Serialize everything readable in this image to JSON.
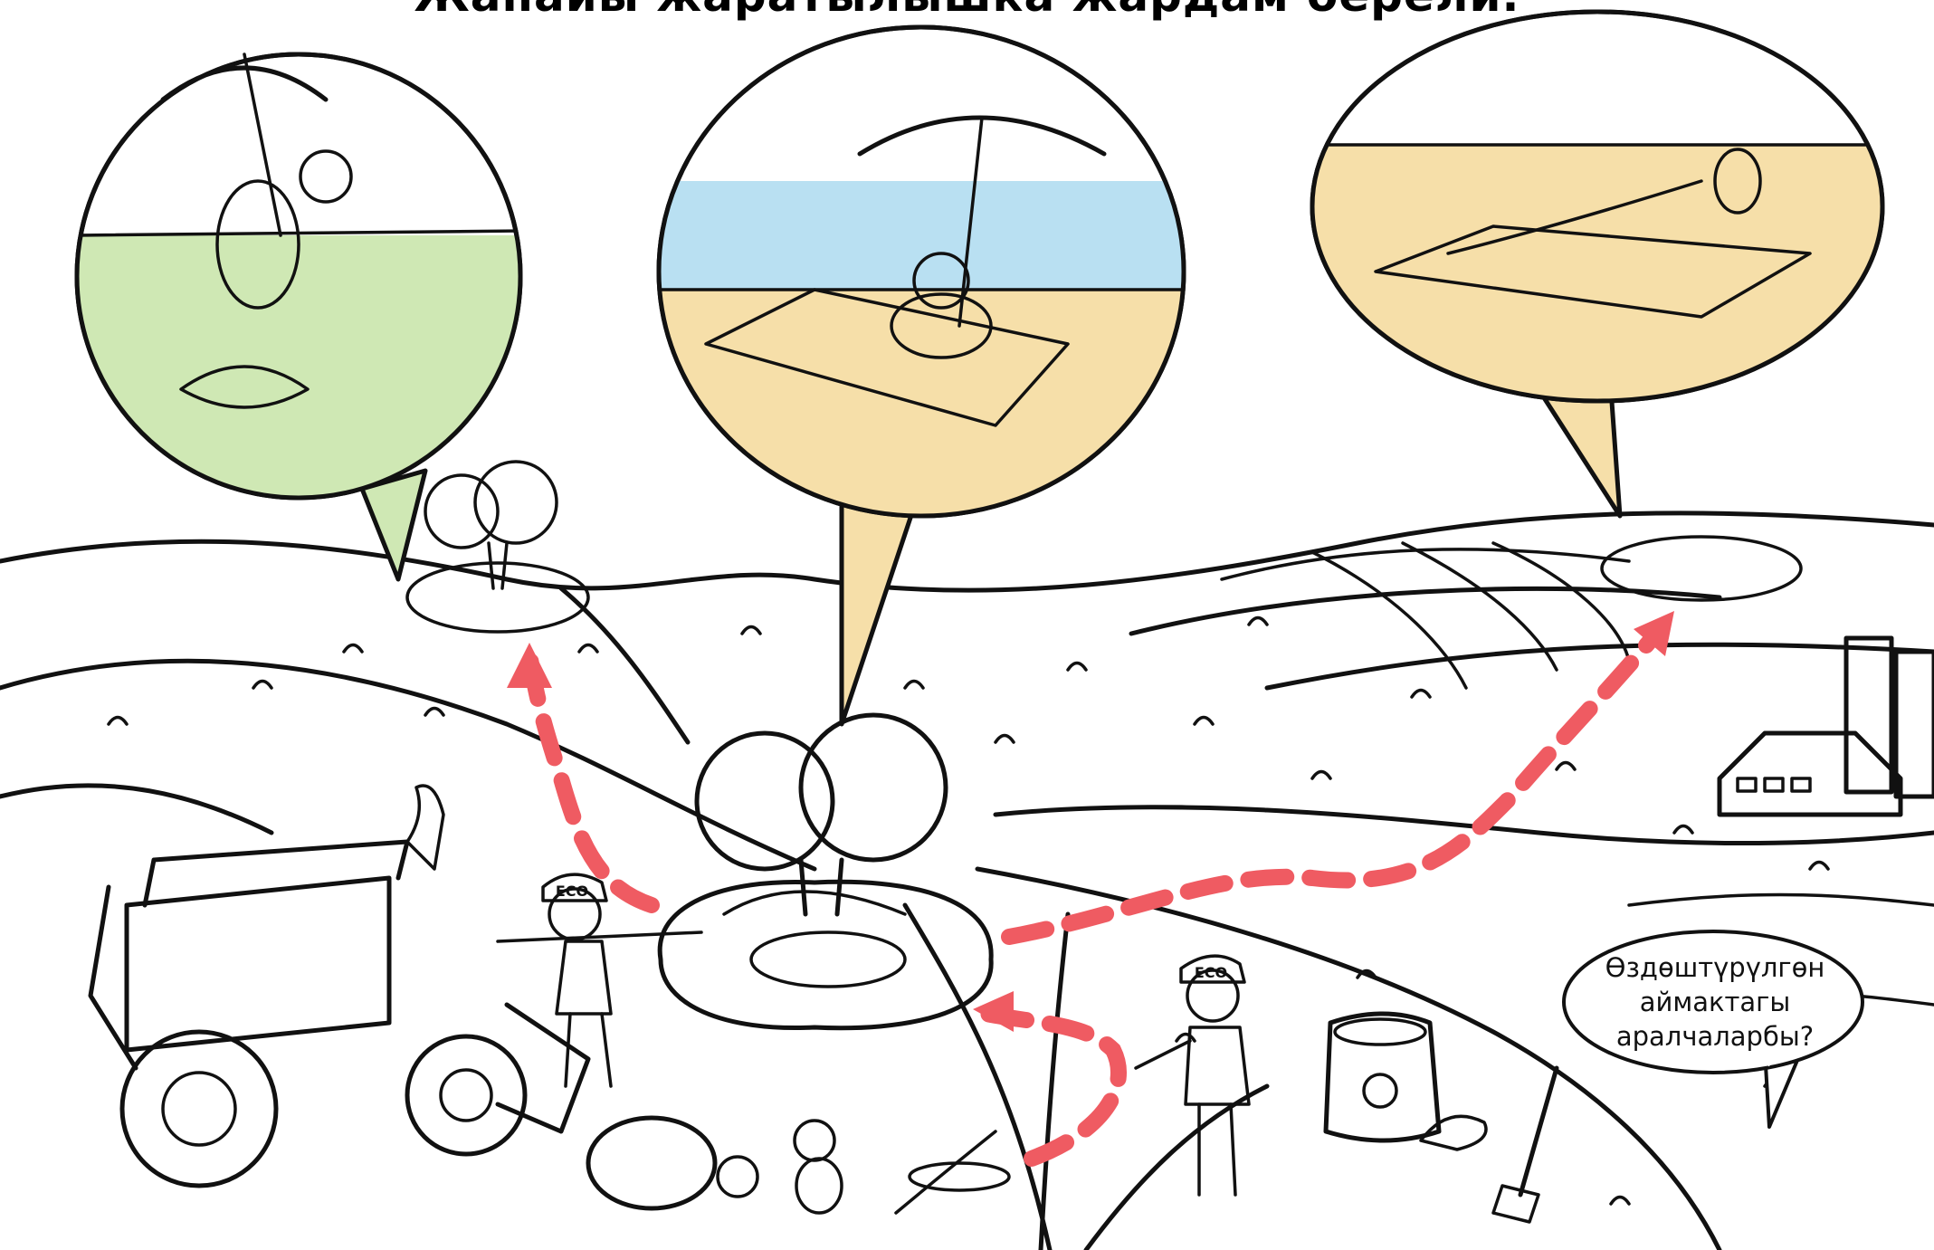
{
  "title": "Жапайы жаратылышка жардам берели.",
  "speech_bubble": {
    "lines": [
      "Өздөштүрүлгөн",
      "аймактагы",
      "аралчаларбы?"
    ]
  },
  "badges": {
    "left_cap": "ECO",
    "right_cap": "ECO"
  },
  "colors": {
    "grass": "#cfe8b4",
    "sand": "#f6dfa9",
    "water": "#b9e0f2",
    "tree": "#8dcc7c",
    "route": "#ef5b62"
  }
}
